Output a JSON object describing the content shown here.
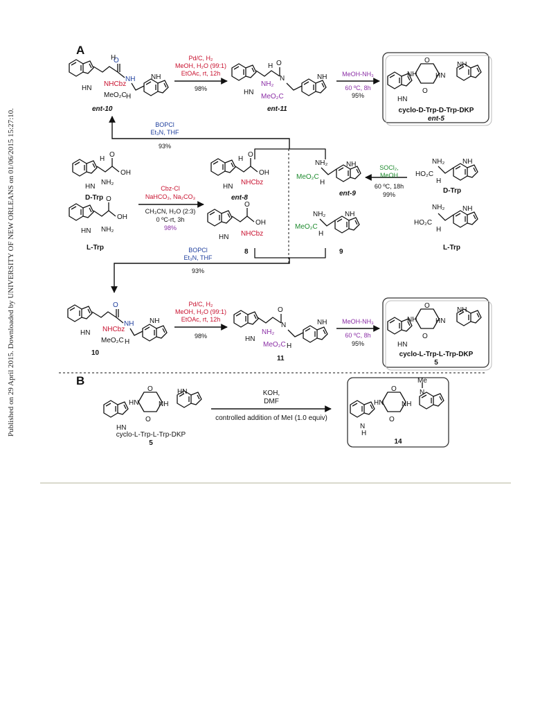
{
  "sidebar_text": "Published on 29 April 2015. Downloaded by UNIVERSITY OF NEW ORLEANS on 01/06/2015 15:27:10.",
  "sections": {
    "a": "A",
    "b": "B"
  },
  "compounds": {
    "ent10": "ent-10",
    "ent11": "ent-11",
    "ent5_name": "cyclo-D-Trp-D-Trp-DKP",
    "ent5": "ent-5",
    "ent8": "ent-8",
    "ent9": "ent-9",
    "c8": "8",
    "c9": "9",
    "dtrp": "D-Trp",
    "ltrp": "L-Trp",
    "c10": "10",
    "c11": "11",
    "c5_name": "cyclo-L-Trp-L-Trp-DKP",
    "c5": "5",
    "c14": "14"
  },
  "atoms": {
    "nh": "NH",
    "hn": "HN",
    "h": "H",
    "o": "O",
    "oh": "OH",
    "ho2c": "HO₂C",
    "nh2": "NH₂",
    "nhcbz": "NHCbz",
    "meo2c": "MeO₂C",
    "n": "N",
    "me": "Me"
  },
  "reagents": {
    "hydrog_1": "Pd/C, H₂",
    "hydrog_2": "MeOH, H₂O (99:1)",
    "hydrog_3": "EtOAc, rt, 12h",
    "hydrog_yield": "98%",
    "cyc_1": "MeOH-NH₃",
    "cyc_2": "60 ºC, 8h",
    "cyc_yield": "95%",
    "bopcl_1": "BOPCl",
    "bopcl_2": "Et₃N, THF",
    "bopcl_yield": "93%",
    "cbz_1": "Cbz-Cl",
    "cbz_2": "NaHCO₃, Na₂CO₃",
    "cbz_3": "CH₃CN, H₂O (2:3)",
    "cbz_4": "0 ºC-rt, 3h",
    "cbz_yield": "98%",
    "socl_1": "SOCl₂,",
    "socl_2": "MeOH",
    "socl_3": "60 ºC, 18h",
    "socl_yield": "99%",
    "meth_1": "KOH,",
    "meth_2": "DMF",
    "meth_3": "controlled addition of MeI (1.0 equiv)"
  },
  "colors": {
    "red": "#c8102e",
    "blue": "#1f3f9e",
    "green": "#1e8a2e",
    "purple": "#8a2da5"
  }
}
